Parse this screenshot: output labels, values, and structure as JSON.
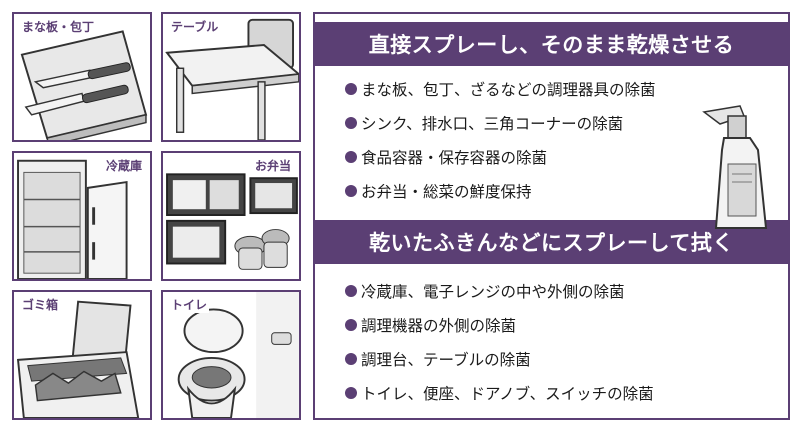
{
  "tiles": {
    "cutting_board": {
      "label": "まな板・包丁"
    },
    "table": {
      "label": "テーブル"
    },
    "refrigerator": {
      "label": "冷蔵庫"
    },
    "bento": {
      "label": "お弁当"
    },
    "trash": {
      "label": "ゴミ箱"
    },
    "toilet": {
      "label": "トイレ"
    }
  },
  "section1": {
    "header": "直接スプレーし、そのまま乾燥させる",
    "items": [
      "まな板、包丁、ざるなどの調理器具の除菌",
      "シンク、排水口、三角コーナーの除菌",
      "食品容器・保存容器の除菌",
      "お弁当・総菜の鮮度保持"
    ]
  },
  "section2": {
    "header": "乾いたふきんなどにスプレーして拭く",
    "items": [
      "冷蔵庫、電子レンジの中や外側の除菌",
      "調理機器の外側の除菌",
      "調理台、テーブルの除菌",
      "トイレ、便座、ドアノブ、スイッチの除菌"
    ]
  },
  "colors": {
    "accent": "#5b3f74",
    "text": "#1a1a1a"
  },
  "icons": [
    "bullet-dot-icon",
    "spray-bottle-icon"
  ]
}
